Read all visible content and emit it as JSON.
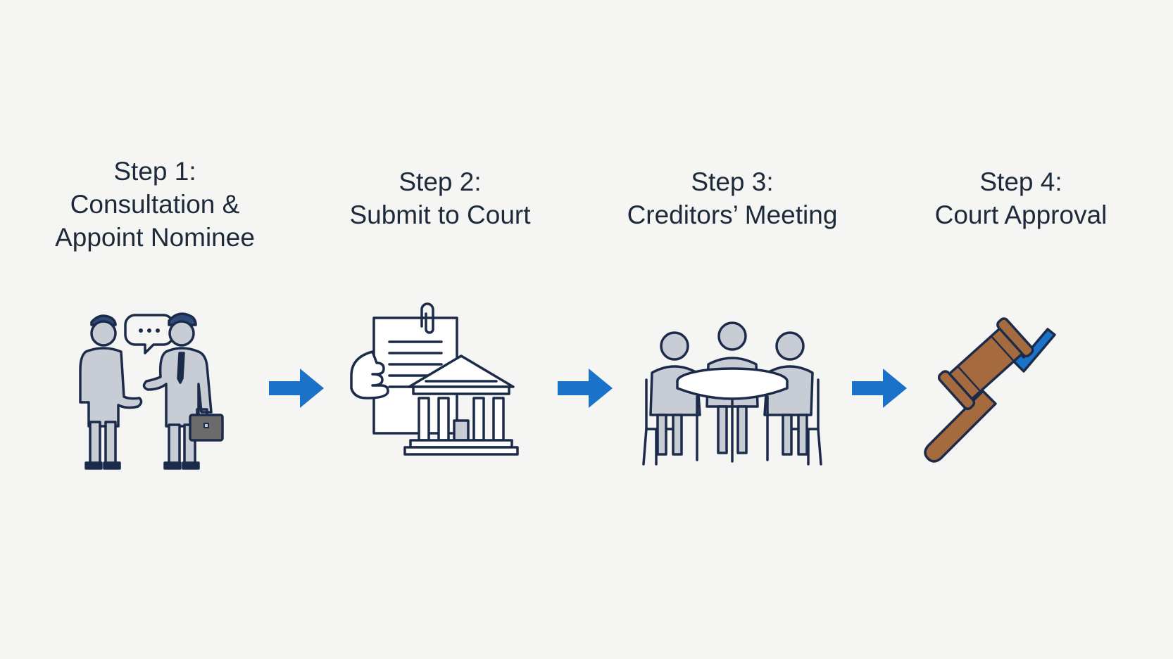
{
  "colors": {
    "background": "#f5f5f3",
    "text": "#1e2a3a",
    "outline": "#1c2b4a",
    "fill_gray": "#c8ccd4",
    "accent_blue": "#1a73c8",
    "gavel_brown": "#a66a3f"
  },
  "steps": [
    {
      "label_line1": "Step 1:",
      "label_line2": "Consultation &",
      "label_line3": "Appoint Nominee",
      "icon": "consultation-people-icon"
    },
    {
      "label_line1": "Step 2:",
      "label_line2": "Submit to Court",
      "icon": "document-courthouse-icon"
    },
    {
      "label_line1": "Step 3:",
      "label_line2": "Creditors’ Meeting",
      "icon": "meeting-table-icon"
    },
    {
      "label_line1": "Step 4:",
      "label_line2": "Court Approval",
      "icon": "gavel-checkmark-icon"
    }
  ],
  "arrows": [
    {
      "icon": "arrow-right-icon"
    },
    {
      "icon": "arrow-right-icon"
    },
    {
      "icon": "arrow-right-icon"
    }
  ]
}
